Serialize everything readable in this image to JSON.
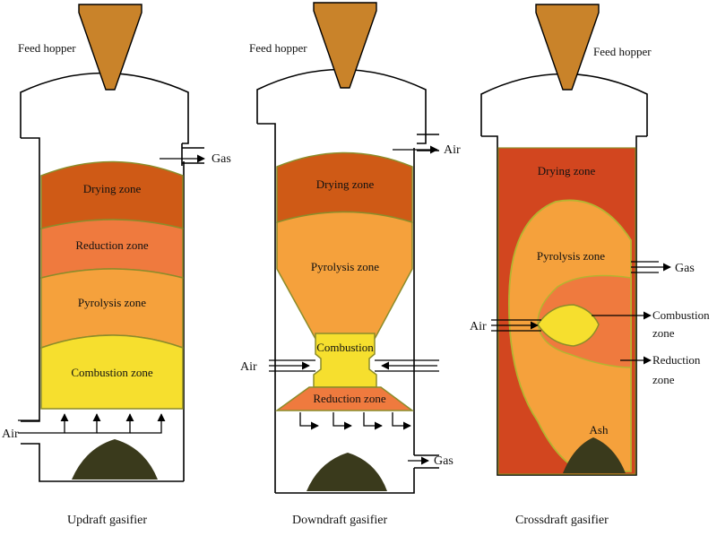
{
  "colors": {
    "drying": "#cf5a16",
    "reduction": "#ef7a3e",
    "pyrolysis": "#f5a13c",
    "combustion": "#f6df2e",
    "crossdraft_drying": "#d2461f",
    "fuel": "#c9832a",
    "ash": "#3a3a1c",
    "zone_border": "#9a9a30"
  },
  "updraft": {
    "hopper_label": "Feed hopper",
    "zones": {
      "drying": "Drying zone",
      "reduction": "Reduction zone",
      "pyrolysis": "Pyrolysis zone",
      "combustion": "Combustion zone"
    },
    "gas_label": "Gas",
    "air_label": "Air",
    "caption": "Updraft gasifier"
  },
  "downdraft": {
    "hopper_label": "Feed hopper",
    "zones": {
      "drying": "Drying zone",
      "pyrolysis": "Pyrolysis zone",
      "combustion": "Combustion",
      "reduction": "Reduction zone"
    },
    "air_top_label": "Air",
    "air_side_label": "Air",
    "gas_label": "Gas",
    "caption": "Downdraft gasifier"
  },
  "crossdraft": {
    "hopper_label": "Feed hopper",
    "zones": {
      "drying": "Drying zone",
      "pyrolysis": "Pyrolysis zone",
      "combustion_line1": "Combustion",
      "combustion_line2": "zone",
      "reduction_line1": "Reduction",
      "reduction_line2": "zone",
      "ash": "Ash"
    },
    "gas_label": "Gas",
    "air_label": "Air",
    "caption": "Crossdraft gasifier"
  }
}
